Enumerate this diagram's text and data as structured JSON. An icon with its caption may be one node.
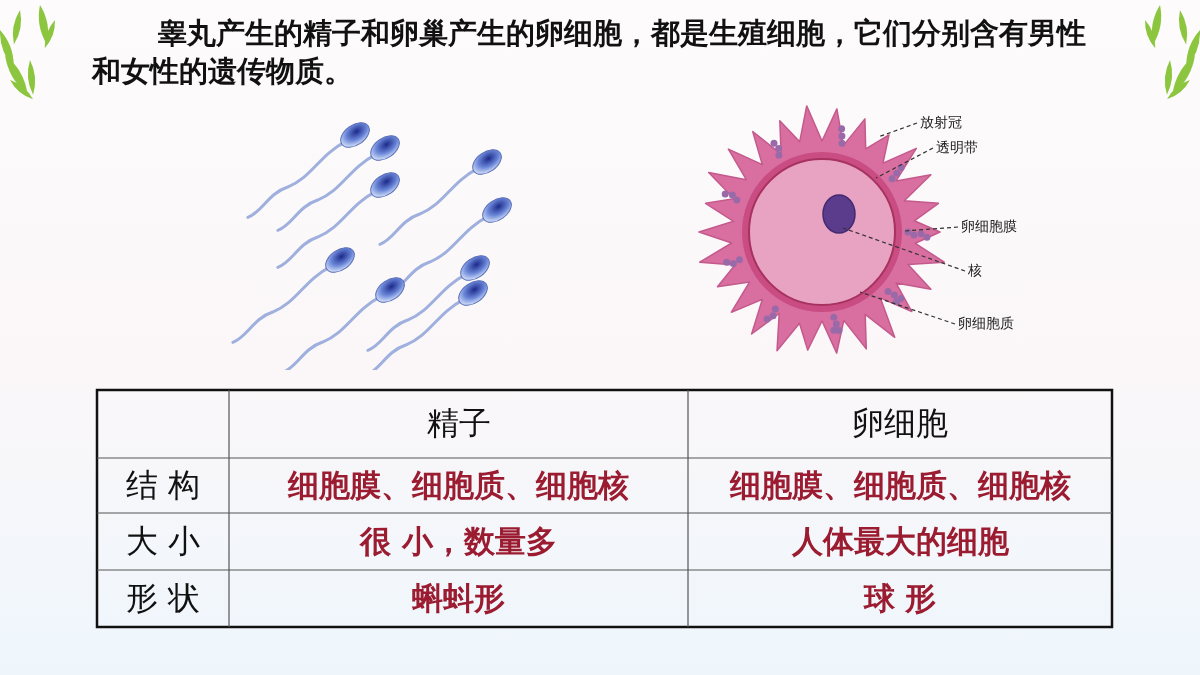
{
  "diagram": {
    "title": "睾丸产生的精子和卵巢产生的卵细胞，都是生殖细胞，它们分别含有男性和女性的遗传物质。",
    "nodes": [
      {
        "text": [
          "放射冠"
        ]
      },
      {
        "text": [
          "透明带"
        ]
      },
      {
        "text": [
          "卵细胞膜"
        ]
      },
      {
        "text": [
          "核"
        ]
      },
      {
        "text": [
          "卵细胞质"
        ]
      }
    ],
    "edges": [
      {
        "from": 0,
        "to": null,
        "arrow": "none",
        "style": "dashed"
      },
      {
        "from": 1,
        "to": null,
        "arrow": "none",
        "style": "dashed"
      },
      {
        "from": 2,
        "to": null,
        "arrow": "none",
        "style": "dashed"
      },
      {
        "from": 3,
        "to": null,
        "arrow": "none",
        "style": "dashed"
      },
      {
        "from": 4,
        "to": null,
        "arrow": "none",
        "style": "dashed"
      }
    ],
    "labels": [
      "精子",
      "卵细胞",
      "结 构",
      "细胞膜、细胞质、细胞核",
      "细胞膜、细胞质、细胞核",
      "大 小",
      "很 小，数量多",
      "人体最大的细胞",
      "形 状",
      "蝌蚪形",
      "球 形"
    ]
  }
}
